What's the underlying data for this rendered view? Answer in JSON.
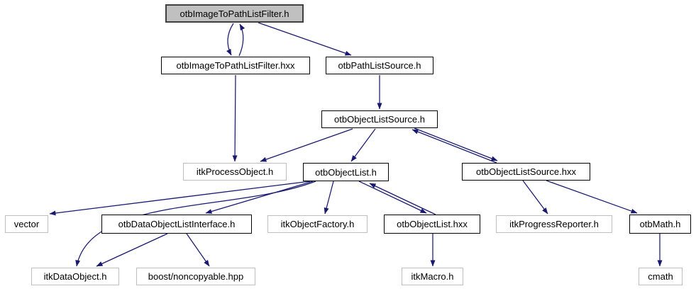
{
  "diagram": {
    "type": "include-dependency-graph",
    "nodes": [
      {
        "label": "otbImageToPathListFilter.h",
        "role": "main"
      },
      {
        "label": "otbImageToPathListFilter.hxx",
        "role": "internal"
      },
      {
        "label": "otbPathListSource.h",
        "role": "internal"
      },
      {
        "label": "otbObjectListSource.h",
        "role": "internal"
      },
      {
        "label": "itkProcessObject.h",
        "role": "external"
      },
      {
        "label": "otbObjectList.h",
        "role": "internal"
      },
      {
        "label": "otbObjectListSource.hxx",
        "role": "internal"
      },
      {
        "label": "vector",
        "role": "external"
      },
      {
        "label": "otbDataObjectListInterface.h",
        "role": "internal"
      },
      {
        "label": "itkObjectFactory.h",
        "role": "external"
      },
      {
        "label": "otbObjectList.hxx",
        "role": "internal"
      },
      {
        "label": "itkProgressReporter.h",
        "role": "external"
      },
      {
        "label": "otbMath.h",
        "role": "internal"
      },
      {
        "label": "itkDataObject.h",
        "role": "external"
      },
      {
        "label": "boost/noncopyable.hpp",
        "role": "external"
      },
      {
        "label": "itkMacro.h",
        "role": "external"
      },
      {
        "label": "cmath",
        "role": "external"
      }
    ],
    "edges": [
      {
        "from": "otbImageToPathListFilter.h",
        "to": "otbImageToPathListFilter.hxx",
        "bidirectional": true
      },
      {
        "from": "otbImageToPathListFilter.h",
        "to": "otbPathListSource.h",
        "bidirectional": false
      },
      {
        "from": "otbImageToPathListFilter.hxx",
        "to": "itkProcessObject.h",
        "bidirectional": false
      },
      {
        "from": "otbPathListSource.h",
        "to": "otbObjectListSource.h",
        "bidirectional": false
      },
      {
        "from": "otbObjectListSource.h",
        "to": "itkProcessObject.h",
        "bidirectional": false
      },
      {
        "from": "otbObjectListSource.h",
        "to": "otbObjectList.h",
        "bidirectional": false
      },
      {
        "from": "otbObjectListSource.h",
        "to": "otbObjectListSource.hxx",
        "bidirectional": true
      },
      {
        "from": "otbObjectList.h",
        "to": "vector",
        "bidirectional": false
      },
      {
        "from": "otbObjectList.h",
        "to": "otbDataObjectListInterface.h",
        "bidirectional": false
      },
      {
        "from": "otbObjectList.h",
        "to": "itkDataObject.h",
        "bidirectional": false
      },
      {
        "from": "otbObjectList.h",
        "to": "itkObjectFactory.h",
        "bidirectional": false
      },
      {
        "from": "otbObjectList.h",
        "to": "otbObjectList.hxx",
        "bidirectional": true
      },
      {
        "from": "otbDataObjectListInterface.h",
        "to": "itkDataObject.h",
        "bidirectional": false
      },
      {
        "from": "otbDataObjectListInterface.h",
        "to": "boost/noncopyable.hpp",
        "bidirectional": false
      },
      {
        "from": "otbObjectList.hxx",
        "to": "itkMacro.h",
        "bidirectional": false
      },
      {
        "from": "otbObjectListSource.hxx",
        "to": "itkProgressReporter.h",
        "bidirectional": false
      },
      {
        "from": "otbObjectListSource.hxx",
        "to": "otbMath.h",
        "bidirectional": false
      },
      {
        "from": "otbMath.h",
        "to": "cmath",
        "bidirectional": false
      }
    ],
    "colors": {
      "edge": "#191970",
      "node_fill": "#ffffff",
      "node_border": "#000000",
      "external_node_border": "#bfbfbf",
      "main_node_fill": "#c0c0c0",
      "main_node_border": "#404040",
      "background": "#ffffff",
      "text": "#000000"
    }
  }
}
